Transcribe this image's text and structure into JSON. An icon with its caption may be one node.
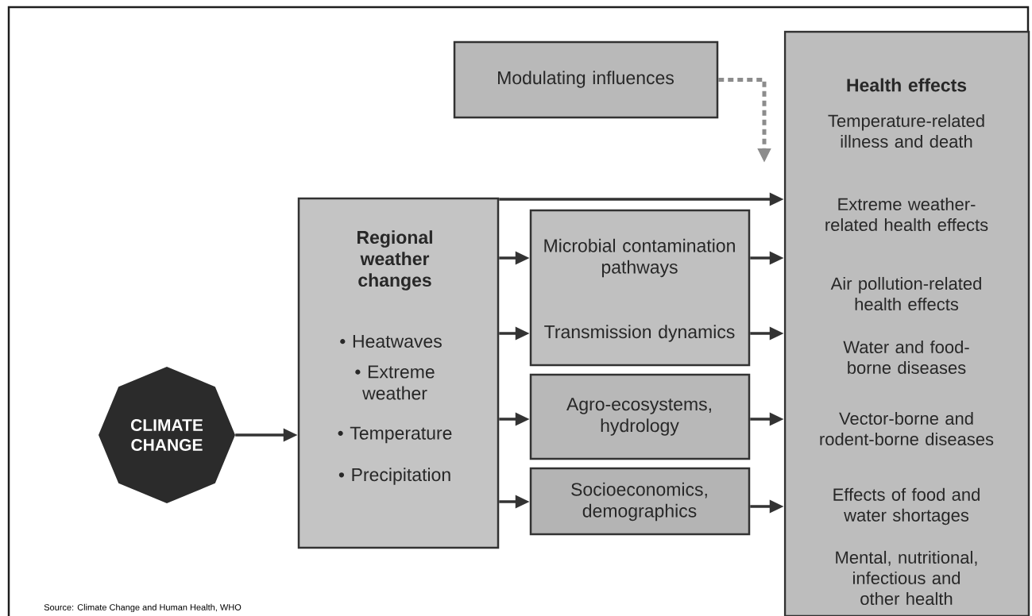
{
  "diagram": {
    "nodes": [
      {
        "text": [
          "Modulating influences"
        ]
      },
      {
        "text": [
          "Health effects",
          "Temperature-related illness and death",
          "Extreme weather-related health effects",
          "Air pollution-related health effects",
          "Water and food-borne diseases",
          "Vector-borne and rodent-borne diseases",
          "Effects of food and water shortages",
          "Mental, nutritional, infectious and other health"
        ]
      },
      {
        "text": [
          "Regional weather changes",
          "• Heatwaves",
          "• Extreme weather",
          "• Temperature",
          "• Precipitation"
        ]
      },
      {
        "text": [
          "Microbial contamination pathways",
          "Transmission dynamics"
        ]
      },
      {
        "text": [
          "Agro-ecosystems, hydrology"
        ]
      },
      {
        "text": [
          "Socioeconomics, demographics"
        ]
      },
      {
        "text": [
          "CLIMATE CHANGE"
        ]
      }
    ],
    "edges": [
      {
        "from": 6,
        "to": 2,
        "arrow": "to"
      },
      {
        "from": 2,
        "to": 1,
        "arrow": "to"
      },
      {
        "from": 2,
        "to": 3,
        "arrow": "to"
      },
      {
        "from": 2,
        "to": 3,
        "arrow": "to"
      },
      {
        "from": 2,
        "to": 4,
        "arrow": "to"
      },
      {
        "from": 2,
        "to": 5,
        "arrow": "to"
      },
      {
        "from": 3,
        "to": 1,
        "arrow": "to"
      },
      {
        "from": 3,
        "to": 1,
        "arrow": "to"
      },
      {
        "from": 4,
        "to": 1,
        "arrow": "to"
      },
      {
        "from": 5,
        "to": 1,
        "arrow": "to"
      },
      {
        "from": 0,
        "to": null,
        "arrow": "to",
        "style": "dashed",
        "color": "#8c8c8c"
      }
    ],
    "labels": [
      "Source: Climate Change and Human Health, WHO"
    ]
  }
}
